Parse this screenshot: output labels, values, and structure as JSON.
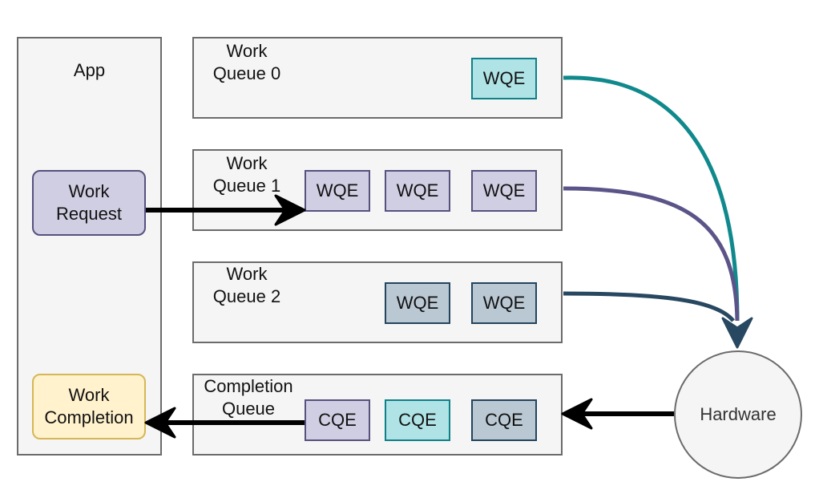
{
  "app": {
    "title": "App",
    "work_request": "Work\nRequest",
    "work_completion": "Work\nCompletion"
  },
  "queues": [
    {
      "title": "Work\nQueue 0",
      "cells": [
        "WQE"
      ]
    },
    {
      "title": "Work\nQueue 1",
      "cells": [
        "WQE",
        "WQE",
        "WQE"
      ]
    },
    {
      "title": "Work\nQueue 2",
      "cells": [
        "WQE",
        "WQE"
      ]
    },
    {
      "title": "Completion\nQueue",
      "cells": [
        "CQE",
        "CQE",
        "CQE"
      ]
    }
  ],
  "hardware": "Hardware",
  "colors": {
    "teal": "#10898d",
    "purple": "#5b5488",
    "slate": "#284760",
    "black": "#000000"
  }
}
